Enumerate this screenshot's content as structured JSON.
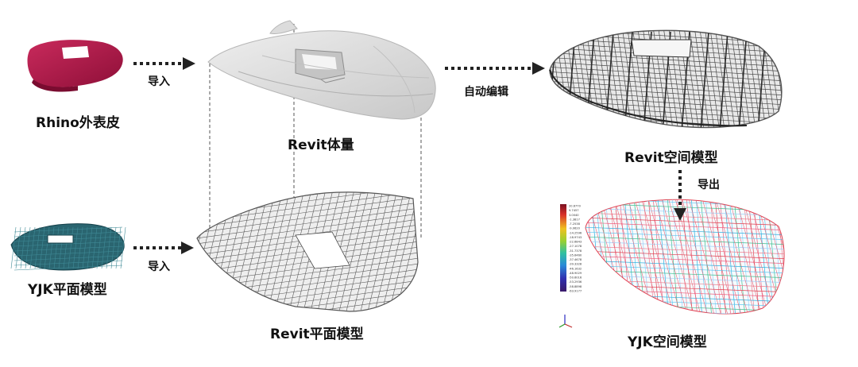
{
  "diagram": {
    "labels": {
      "rhino_skin": "Rhino外表皮",
      "revit_mass": "Revit体量",
      "revit_spatial": "Revit空间模型",
      "yjk_plan": "YJK平面模型",
      "revit_plan": "Revit平面模型",
      "yjk_spatial": "YJK空间模型"
    },
    "arrows": {
      "import_top": "导入",
      "auto_edit": "自动编辑",
      "export": "导出",
      "import_bottom": "导入"
    },
    "legend_values": [
      "20.6770",
      "9.7457",
      "3.0040",
      "-1.3817",
      "-7.2538",
      "-9.0620",
      "-14.2596",
      "-18.9743",
      "-22.6843",
      "-27.1078",
      "-31.7378",
      "-35.6460",
      "-37.4678",
      "-39.3328",
      "-46.1632",
      "-48.9029",
      "-50.6016",
      "-53.2936",
      "-58.8898",
      "-63.9177"
    ],
    "colors": {
      "rhino_magenta": "#b2164a",
      "yjk_teal": "#1e5560",
      "frame_gray": "#555555",
      "mass_gray": "#d9d9d9"
    }
  }
}
